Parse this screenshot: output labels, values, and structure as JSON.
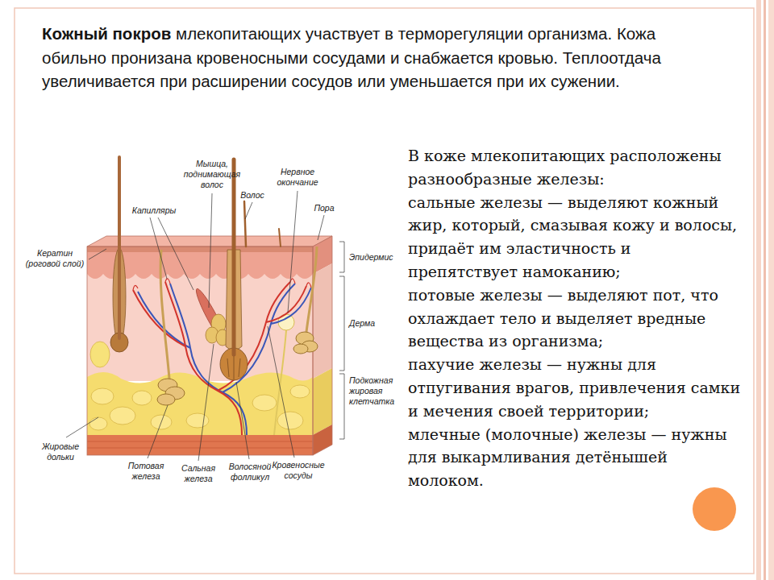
{
  "diagram": {
    "labels": [
      "Кожный покров",
      "млекопитающих участвует в терморегуляции организма. Кожа обильно пронизана кровеносными сосудами и снабжается кровью. Теплоотдача увеличивается при расширении сосудов или уменьшается при их сужении.",
      "В коже млекопитающих расположены разнообразные железы:",
      "сальные железы — выделяют кожный жир, который, смазывая кожу и волосы, придаёт им эластичность и препятствует намоканию;",
      "потовые железы — выделяют пот, что охлаждает тело и выделяет вредные вещества из организма;",
      "пахучие железы — нужны для отпугивания врагов, привлечения самки и мечения своей территории;",
      "млечные (молочные) железы — нужны для выкармливания детёнышей молоком.",
      "Мышца, поднимающая волос",
      "Нервное окончание",
      "Волос",
      "Пора",
      "Капилляры",
      "Кератин (роговой слой)",
      "Эпидермис",
      "Дерма",
      "Подкожная жировая клетчатка",
      "Жировые дольки",
      "Потовая железа",
      "Сальная железа",
      "Волосяной фолликул",
      "Кровеносные сосуды"
    ]
  }
}
